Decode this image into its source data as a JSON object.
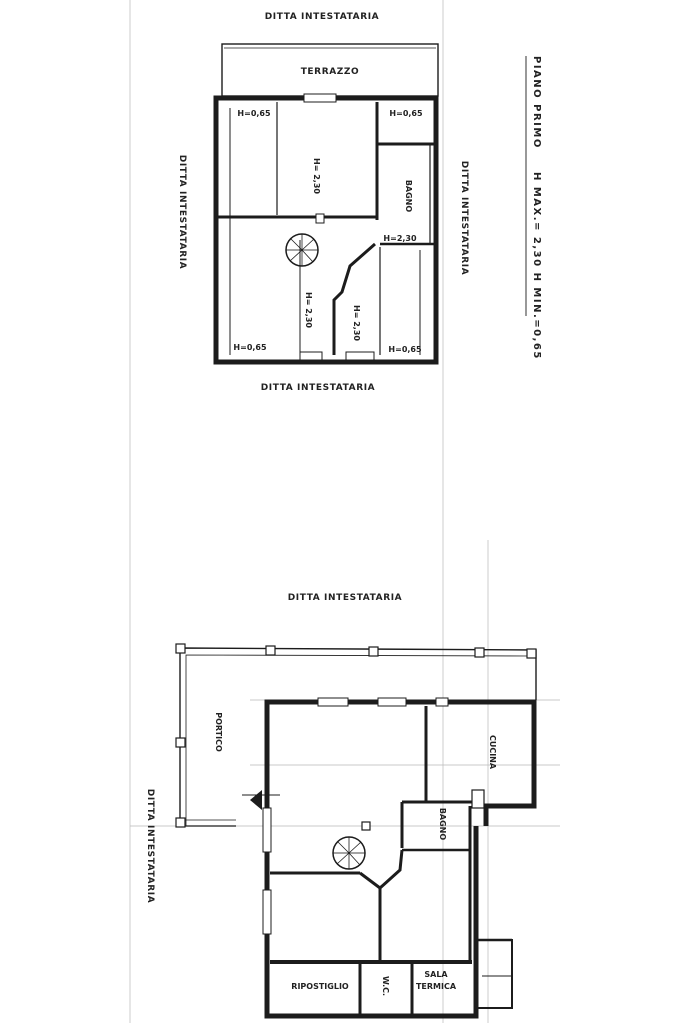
{
  "upper_floor": {
    "top_neighbor": "DITTA INTESTATARIA",
    "left_neighbor": "DITTA INTESTATARIA",
    "right_neighbor": "DITTA INTESTATARIA",
    "bottom_neighbor": "DITTA INTESTATARIA",
    "terrace": "TERRAZZO",
    "bathroom": "BAGNO",
    "heights": {
      "top_left": "H=0,65",
      "top_right": "H=0,65",
      "room_top": "H= 2,30",
      "bath_bottom": "H=2,30",
      "room_bottom": "H= 2,30",
      "room_mid": "H= 2,30",
      "bottom_left": "H=0,65",
      "bottom_right": "H=0,65"
    },
    "title": "PIANO PRIMO",
    "title_heights": "H MAX.= 2,30 H MIN.=0,65"
  },
  "ground_floor": {
    "top_neighbor": "DITTA INTESTATARIA",
    "left_neighbor": "DITTA INTESTATARIA",
    "porch": "PORTICO",
    "kitchen": "CUCINA",
    "bathroom": "BAGNO",
    "storage": "RIPOSTIGLIO",
    "wc": "W.C.",
    "thermal_room_line1": "SALA",
    "thermal_room_line2": "TERMICA"
  },
  "colors": {
    "ink": "#1c1c1c",
    "paper": "#ffffff",
    "guide": "#b8b8b8"
  }
}
